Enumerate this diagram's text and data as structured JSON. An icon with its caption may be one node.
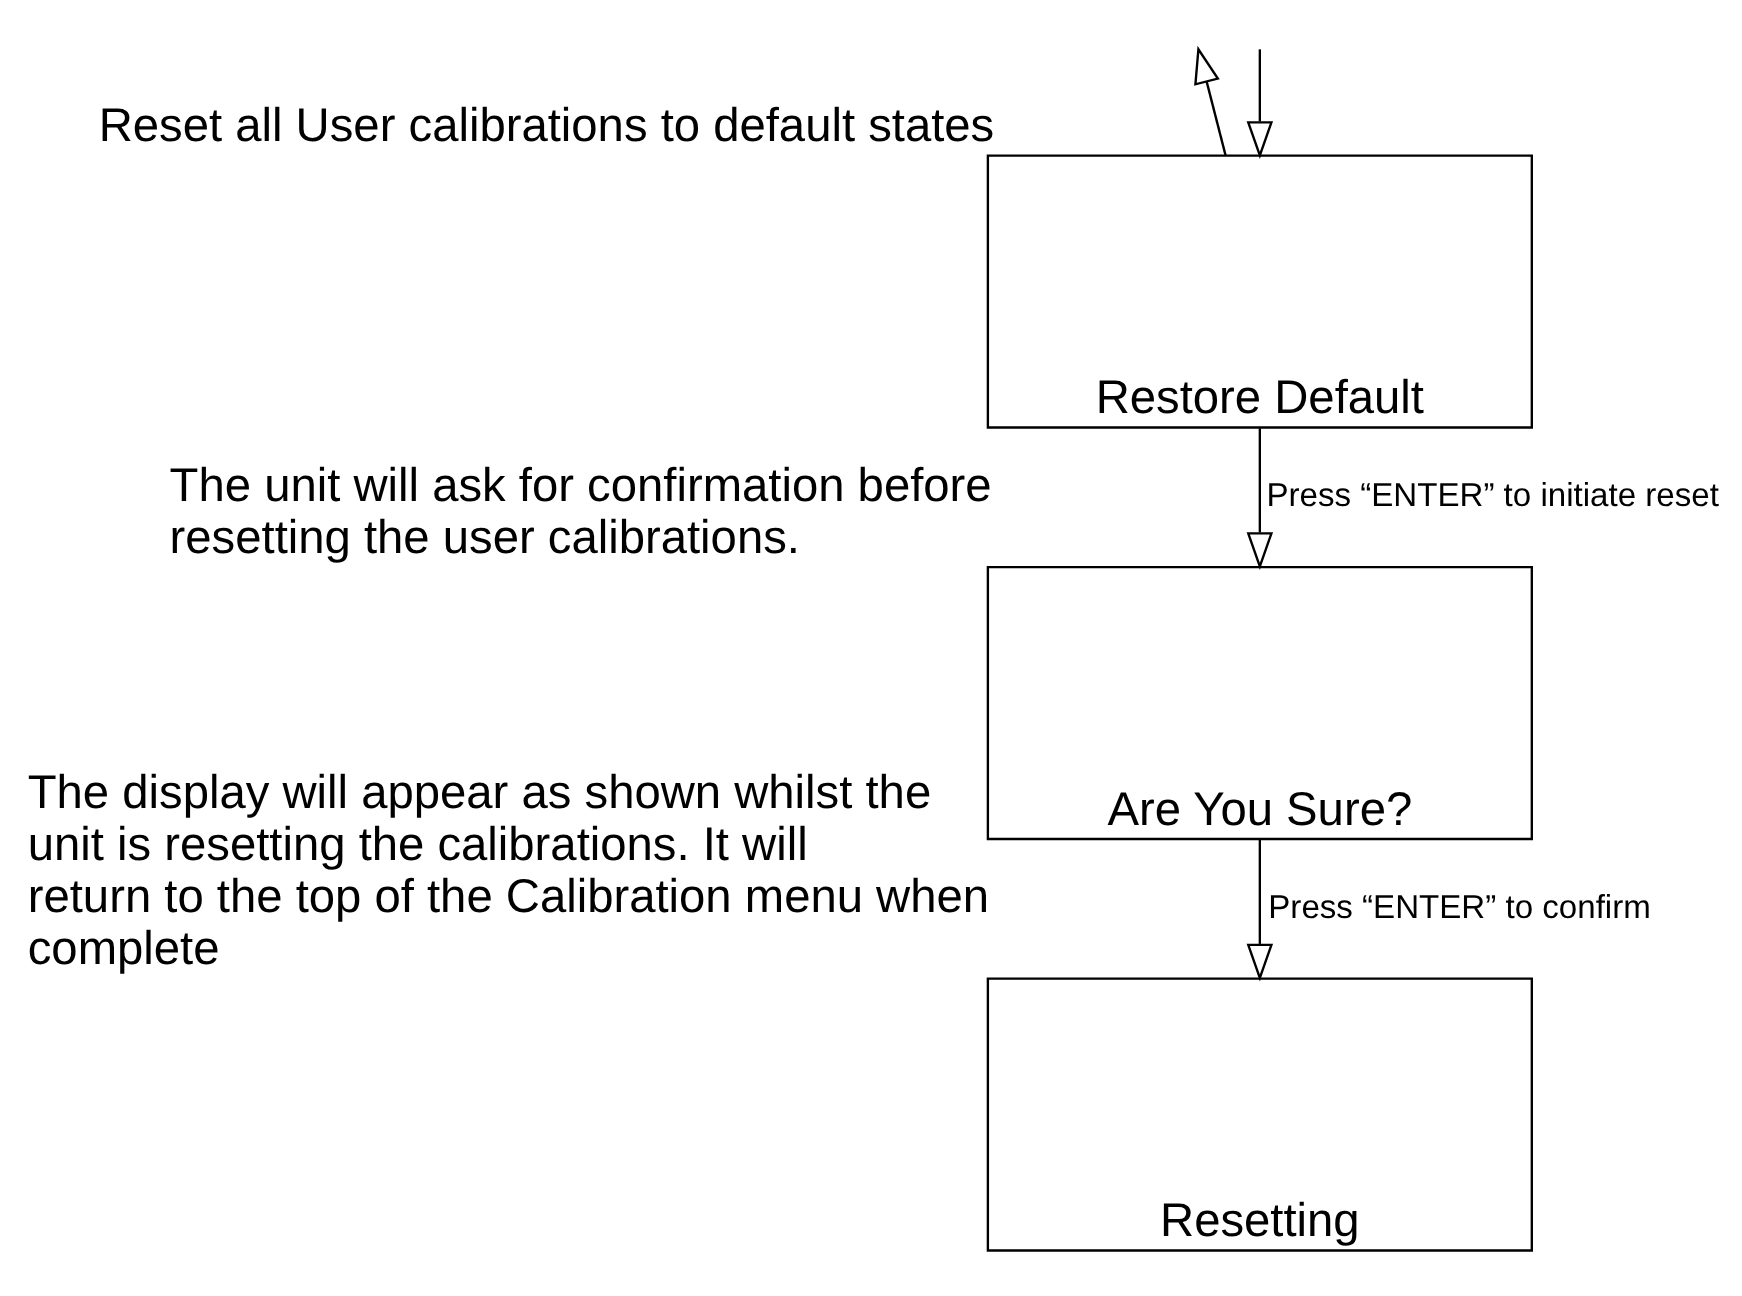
{
  "diagram": {
    "nodes": [
      {
        "text": [
          "Restore Default"
        ],
        "beside": [
          "Reset all User calibrations to default states"
        ]
      },
      {
        "text": [
          "Are You Sure?"
        ],
        "beside": [
          "The unit will ask for confirmation before resetting the user calibrations."
        ]
      },
      {
        "text": [
          "Resetting"
        ],
        "beside": [
          "The display will appear as shown whilst the unit is resetting the calibrations. It will return to the top of the Calibration menu when complete"
        ]
      }
    ],
    "edges": [
      {
        "from": 0,
        "to": null,
        "arrow": "to"
      },
      {
        "from": null,
        "to": 0,
        "arrow": "to"
      },
      {
        "from": 0,
        "to": 1,
        "arrow": "to",
        "label": "Press “ENTER” to initiate reset"
      },
      {
        "from": 1,
        "to": 2,
        "arrow": "to",
        "label": "Press “ENTER” to confirm"
      }
    ]
  }
}
